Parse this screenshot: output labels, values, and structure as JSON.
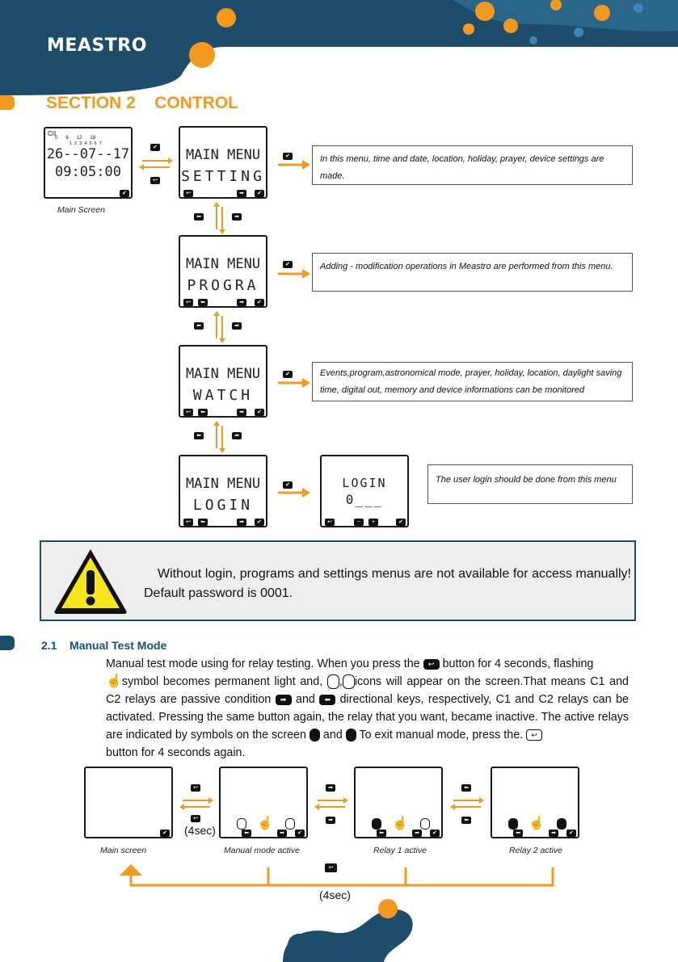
{
  "header": {
    "brand": "MEASTRO"
  },
  "section": {
    "title": "SECTION 2    CONTROL"
  },
  "main_screen": {
    "top_row": "CII",
    "scale_top": "0      6      12      18",
    "scale_days": "1  2  3  4  5  6  7",
    "date": "26--07--17",
    "time": "09:05:00",
    "caption": "Main Screen"
  },
  "menus": [
    {
      "line1": "MAIN MENU",
      "line2": "SETTING",
      "desc": "In this menu, time and date, location, holiday, prayer, device settings are made."
    },
    {
      "line1": "MAIN MENU",
      "line2": "PROGRA",
      "desc": "Adding - modification operations in Meastro are performed from this menu."
    },
    {
      "line1": "MAIN MENU",
      "line2": "WATCH",
      "desc": "Events,program,astronomical mode, prayer, holiday, location, daylight saving time, digital out, memory and device informations can be monitored"
    },
    {
      "line1": "MAIN MENU",
      "line2": "LOGIN",
      "desc": ""
    }
  ],
  "login_screen": {
    "line1": "LOGIN",
    "line2": "0___"
  },
  "login_desc": "The user login should be done from this menu",
  "warning": {
    "text": "Without login, programs and settings menus are not available for access manually! Default password is 0001."
  },
  "manual": {
    "number": "2.1",
    "title": "Manual Test Mode",
    "p1": "Manual test mode using for relay testing. When you press the",
    "p2": "button for 4 seconds, flashing",
    "p3": "symbol becomes permanent light and,",
    "p4": ",",
    "p5": "icons will appear on the screen.That means  C1 and C2 relays are passive condition",
    "p6": "and",
    "p7": "directional keys, respectively, C1 and C2 relays can be activated. Pressing the same button again, the relay that you want, became inactive. The active relays are indicated by symbols on the screen",
    "p8": "and",
    "p9": "To exit manual mode,  press the.",
    "p10": "button for 4 seconds again."
  },
  "flow": {
    "captions": [
      "Main screen",
      "Manual mode active",
      "Relay 1 active",
      "Relay 2 active"
    ],
    "hold1": "(4sec)",
    "hold2": "(4sec)"
  },
  "colors": {
    "orange": "#f39a1e",
    "navy": "#1e4d6b",
    "ink": "#111111"
  }
}
